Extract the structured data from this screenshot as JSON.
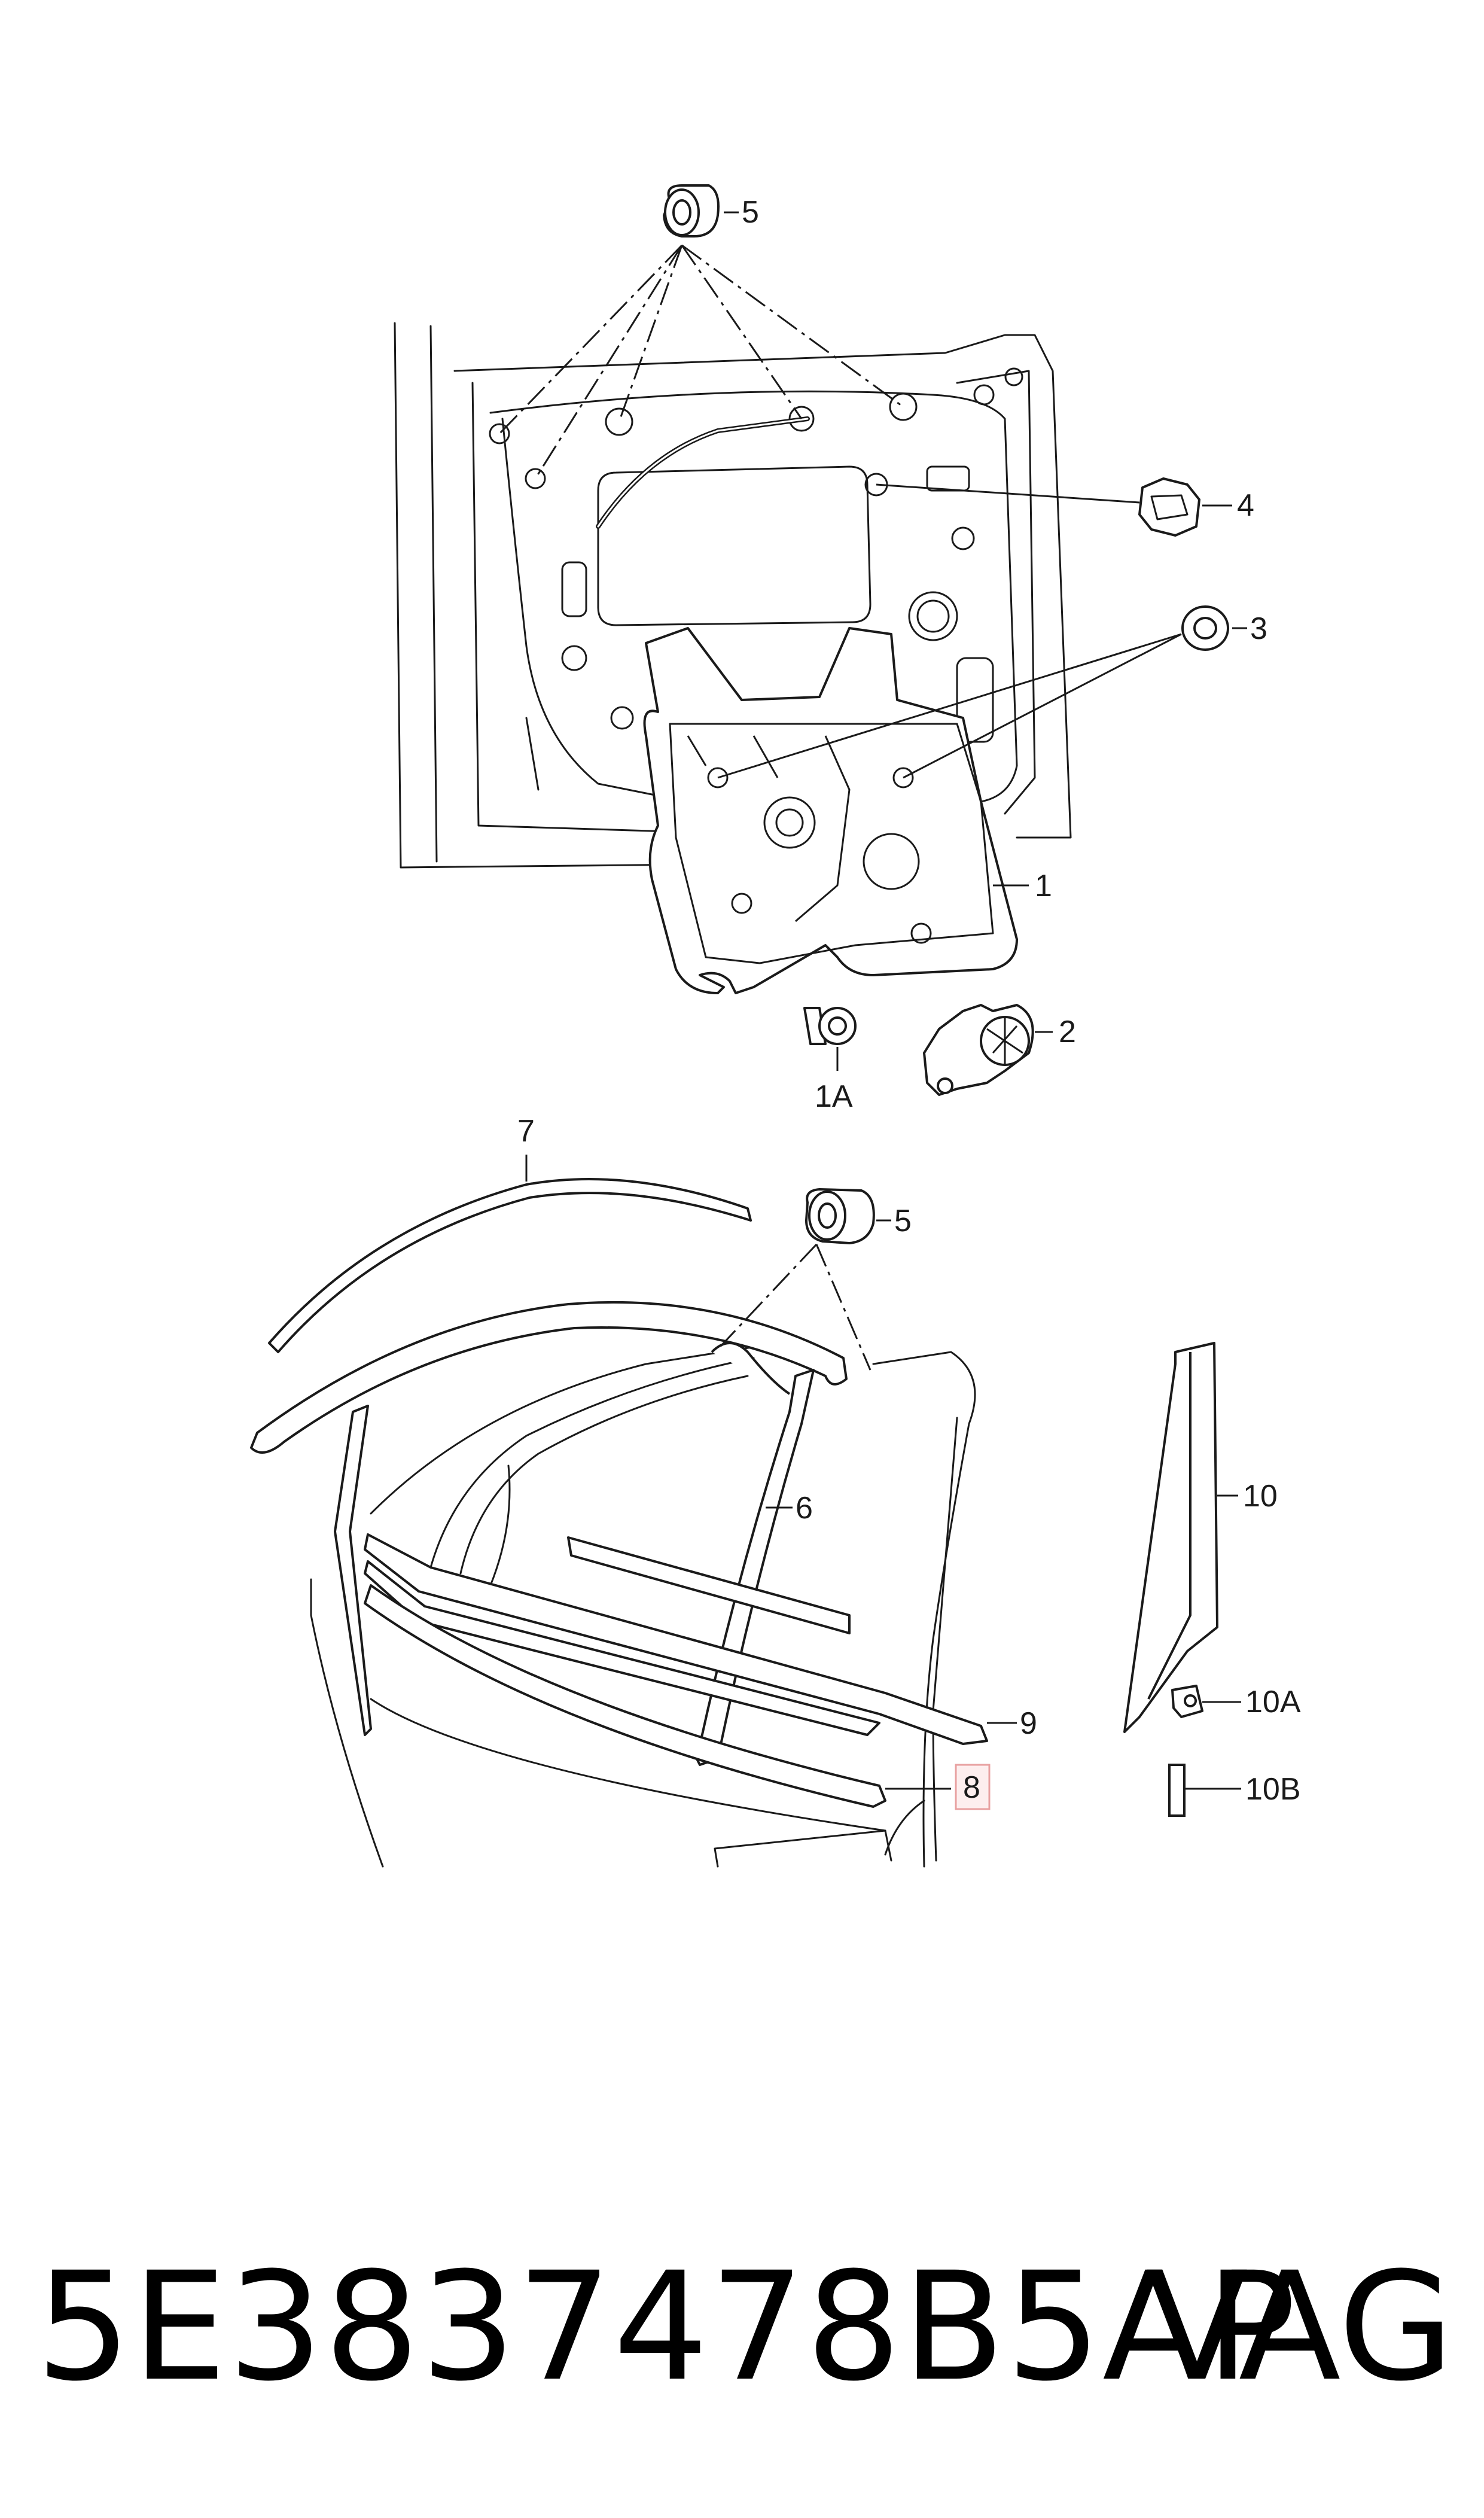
{
  "callouts": {
    "c5_top": "5",
    "c4": "4",
    "c3": "3",
    "c1": "1",
    "c2": "2",
    "c1a": "1A",
    "c7": "7",
    "c5_bottom": "5",
    "c6": "6",
    "c10": "10",
    "c10a": "10A",
    "c9": "9",
    "c8": "8",
    "c10b": "10B"
  },
  "highlight_color": "#e8a0a0",
  "line_color": "#1a1a1a",
  "footer": {
    "part_code": "5E3837478B5AP",
    "brand": "VAG"
  }
}
